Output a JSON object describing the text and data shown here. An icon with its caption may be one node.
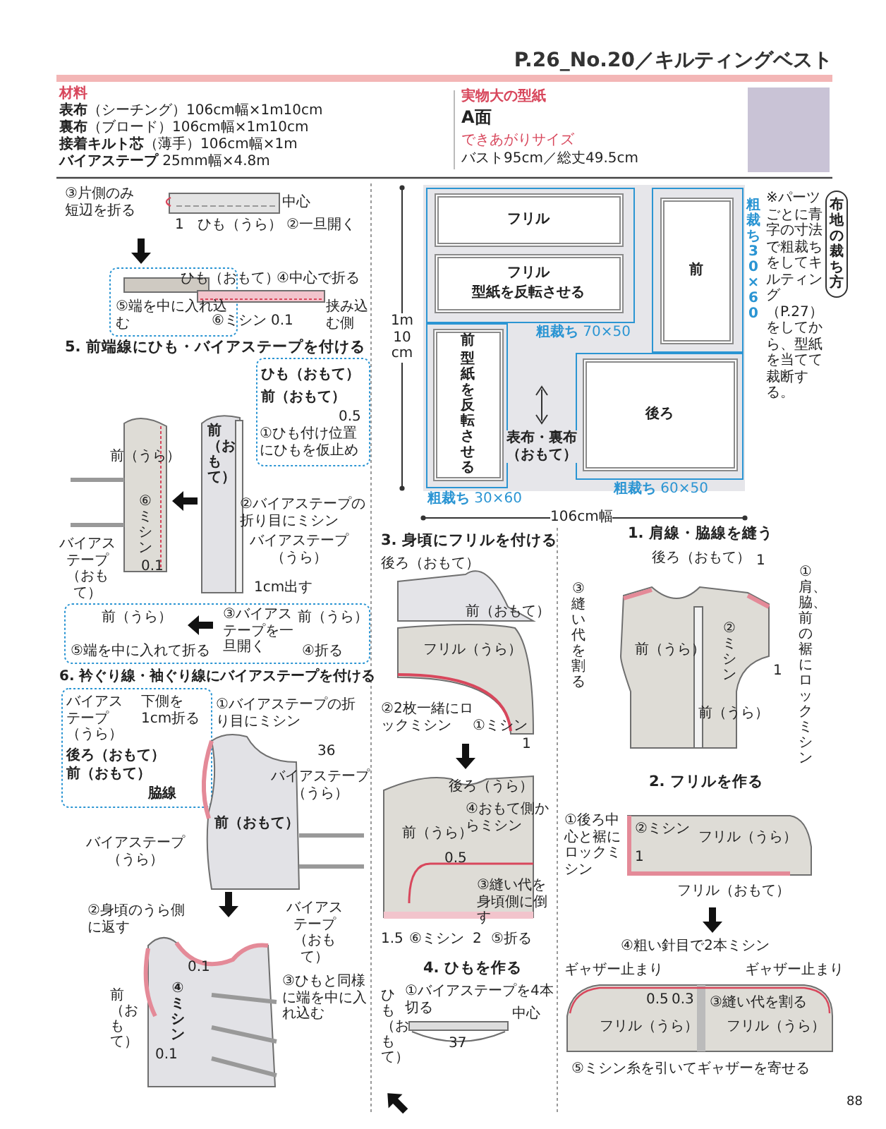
{
  "diagram": {
    "title": "P.26_No.20／キルティングベスト",
    "nodes": [
      {
        "text": [
          "**粗裁ち** 70×50"
        ]
      },
      {
        "text": [
          "フリル"
        ],
        "in": 0
      },
      {
        "text": [
          "フリル",
          "型紙を反転させる"
        ],
        "in": 0
      },
      {
        "text": [
          "粗裁ち 30×60"
        ]
      },
      {
        "text": [
          "前"
        ],
        "in": 3
      },
      {
        "text": [
          "**粗裁ち** 30×60"
        ]
      },
      {
        "text": [
          "前",
          "型紙を反転させる"
        ],
        "in": 5
      },
      {
        "text": [
          "**粗裁ち** 60×50"
        ]
      },
      {
        "text": [
          "後ろ"
        ],
        "in": 7
      },
      {
        "text": [
          "布地の裁ち方"
        ]
      }
    ],
    "labels": [
      "材料",
      "**表布**（シーチング）106cm幅×1m10cm",
      "**裏布**（ブロード）106cm幅×1m10cm",
      "**接着キルト芯**（薄手）106cm幅×1m",
      "**バイアステープ** 25mm幅×4.8m",
      "実物大の型紙",
      "A面",
      "できあがりサイズ",
      "バスト95cm／総丈49.5cm",
      "表布・裏布（おもて）",
      "1m10cm",
      "106cm幅",
      "※パーツごとに青字の寸法で粗裁ちをしてキルティング（P.27）をしてから、型紙を当てて裁断する。",
      "③片側のみ短辺を折る",
      "中心",
      "1",
      "ひも（うら）",
      "②一旦開く",
      "ひも（おもて）",
      "④中心で折る",
      "⑤端を中に入れ込む",
      "挟み込む側",
      "⑥ミシン",
      "0.1",
      "5. 前端線にひも・バイアステープを付ける",
      "ひも（おもて）",
      "前（おもて）",
      "0.5",
      "①ひも付け位置にひもを仮止め",
      "前（おもて）",
      "前（うら）",
      "⑥ミシン",
      "②バイアステープの折り目にミシン",
      "バイアステープ（うら）",
      "0.1",
      "バイアステープ（おもて）",
      "1cm出す",
      "前（うら）",
      "③バイアステープを一旦開く",
      "前（うら）",
      "⑤端を中に入れて折る",
      "④折る",
      "6. 衿ぐり線・袖ぐり線にバイアステープを付ける",
      "バイアステープ（うら）",
      "下側を1cm折る",
      "後ろ（おもて）",
      "前（おもて）",
      "脇線",
      "①バイアステープの折り目にミシン",
      "36",
      "バイアステープ（うら）",
      "前（おもて）",
      "バイアステープ（うら）",
      "②身頃のうら側に返す",
      "バイアステープ（おもて）",
      "0.1",
      "④ミシン",
      "0.1",
      "前（おもて）",
      "③ひもと同様に端を中に入れ込む",
      "3. 身頃にフリルを付ける",
      "後ろ（おもて）",
      "前（おもて）",
      "フリル（うら）",
      "②2枚一緒にロックミシン",
      "①ミシン",
      "1",
      "後ろ（うら）",
      "前（うら）",
      "④おもて側からミシン",
      "0.5",
      "③縫い代を身頃側に倒す",
      "1.5",
      "⑥ミシン",
      "2",
      "⑤折る",
      "4. ひもを作る",
      "①バイアステープを4本切る",
      "中心",
      "37",
      "ひも（おもて）",
      "1. 肩線・脇線を縫う",
      "後ろ（おもて）",
      "1",
      "③縫い代を割る",
      "①肩、脇、前の裾にロックミシン",
      "②ミシン",
      "前（うら）",
      "1",
      "前（うら）",
      "2. フリルを作る",
      "①後ろ中心と裾にロックミシン",
      "②ミシン",
      "フリル（うら）",
      "1",
      "フリル（おもて）",
      "④粗い針目で2本ミシン",
      "ギャザー止まり",
      "ギャザー止まり",
      "0.5",
      "0.3",
      "③縫い代を割る",
      "フリル（うら）",
      "フリル（うら）",
      "⑤ミシン糸を引いてギャザーを寄せる",
      "88"
    ]
  }
}
